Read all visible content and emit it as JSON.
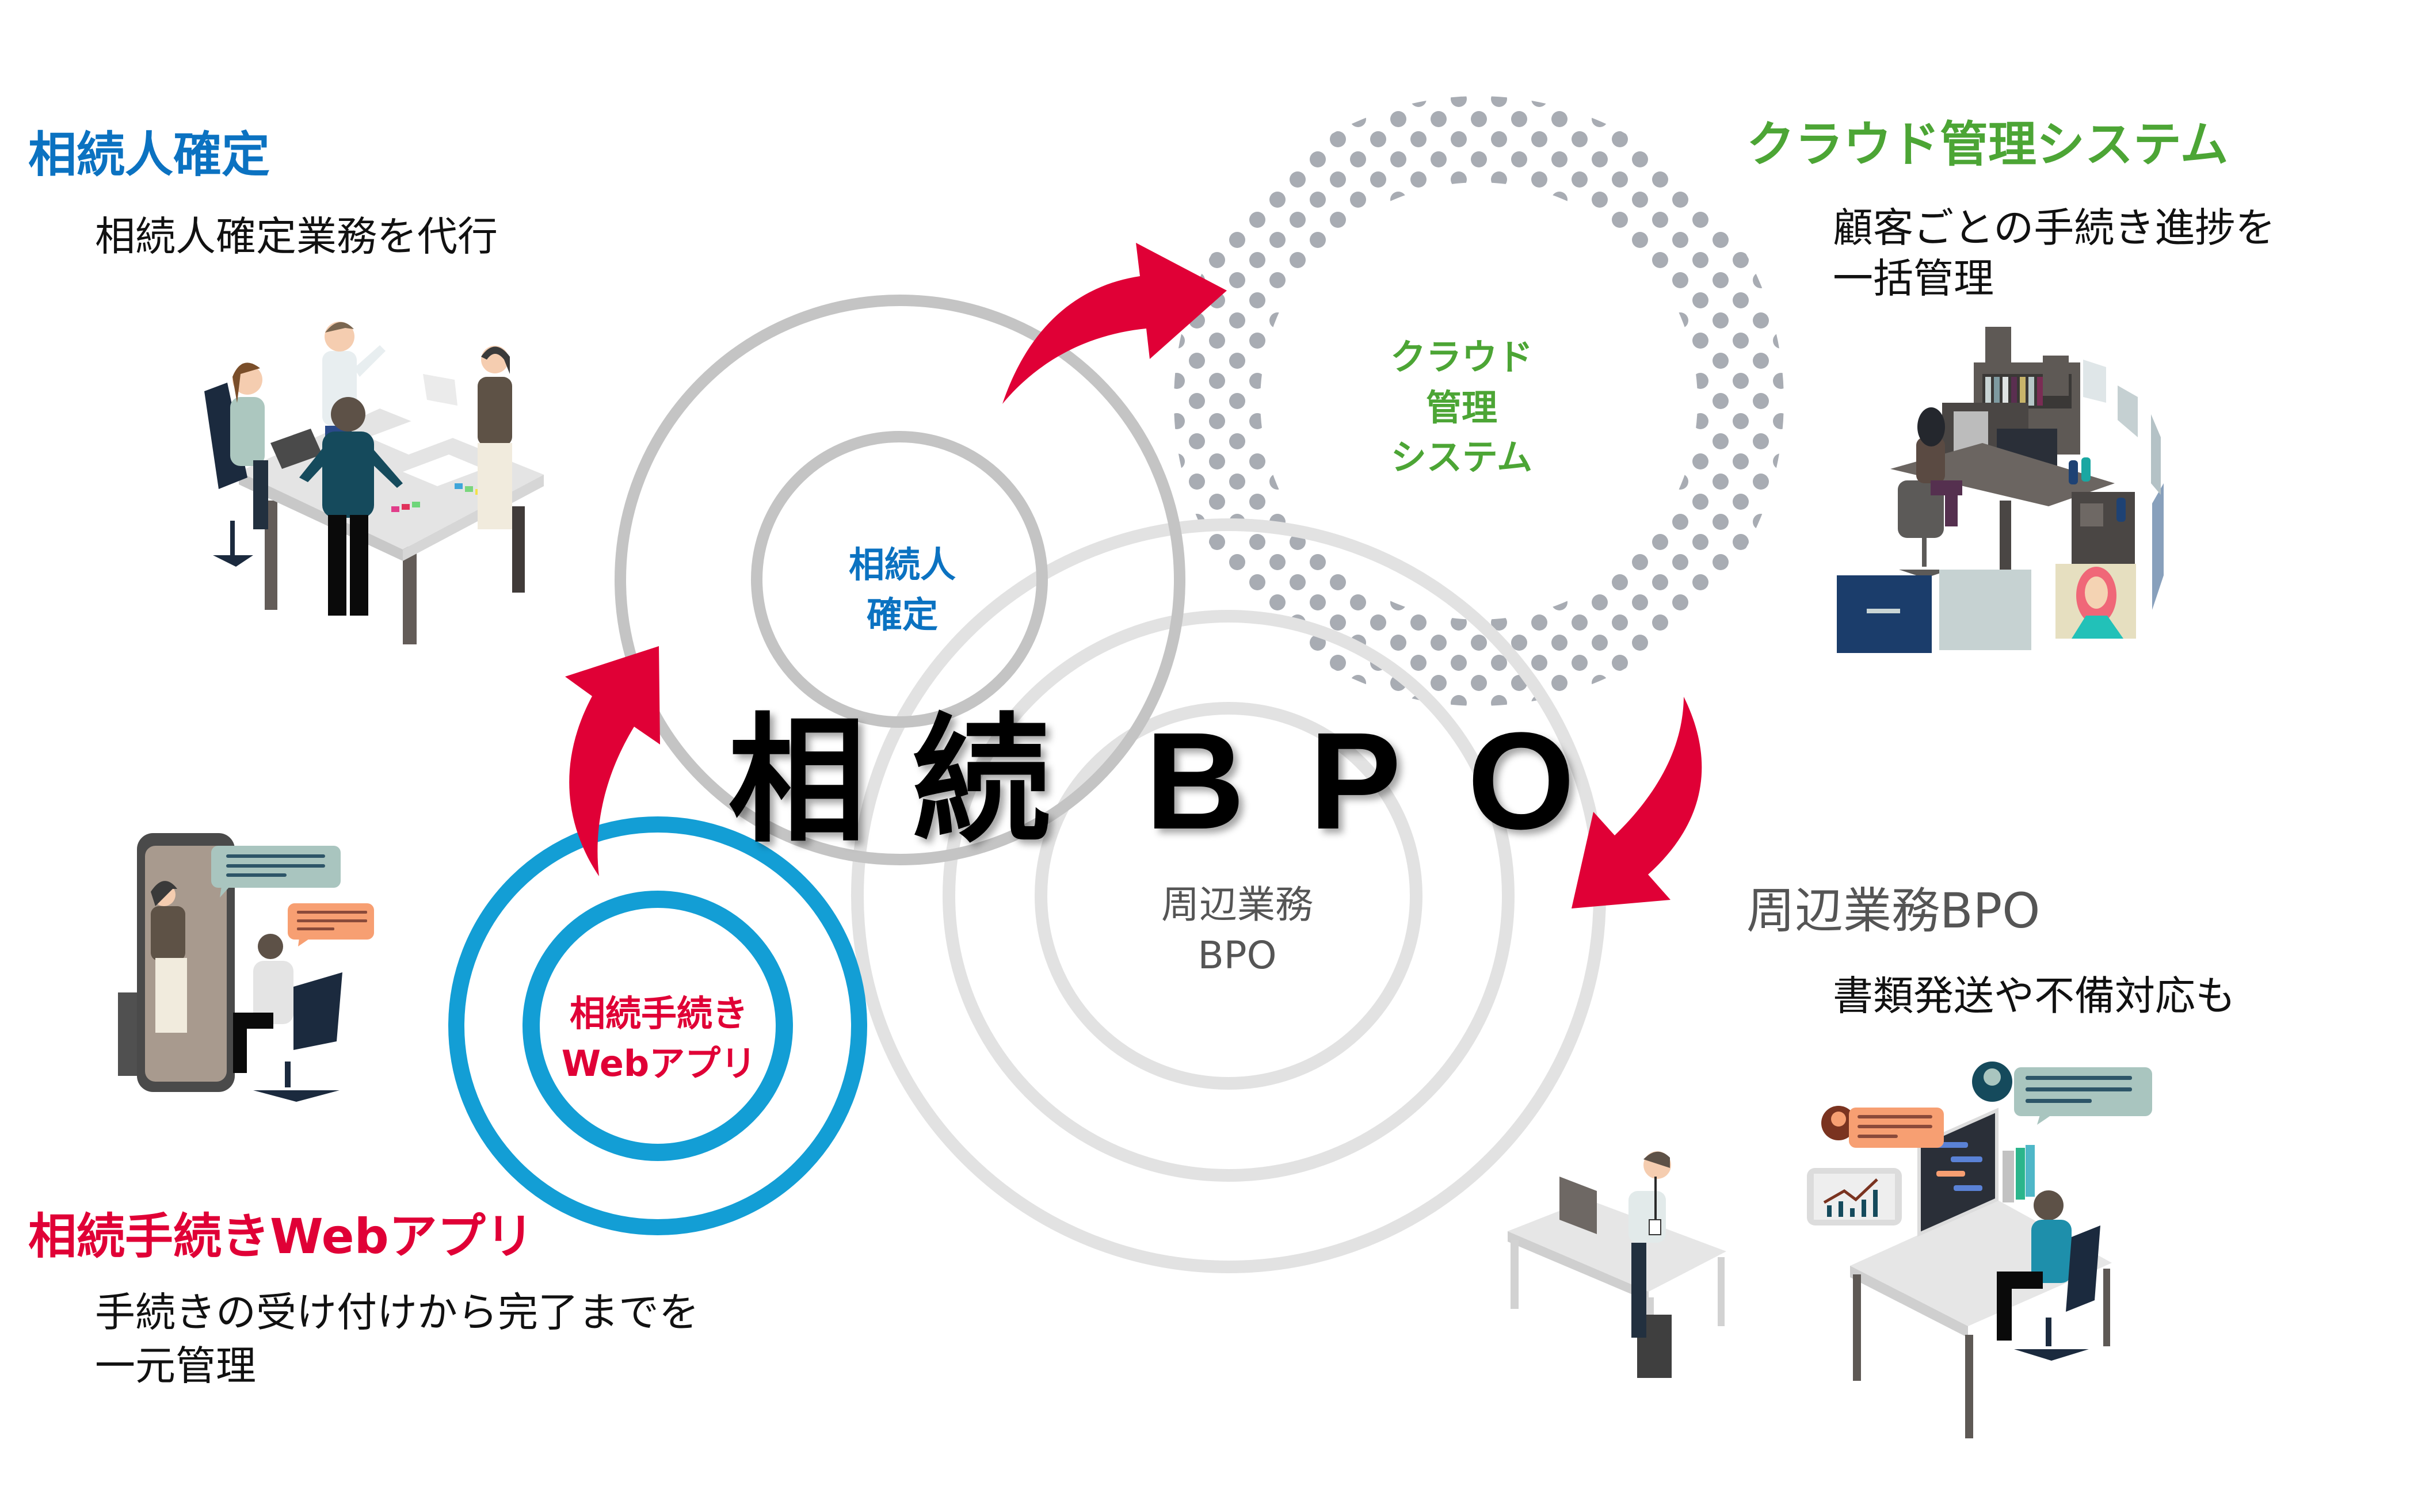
{
  "title": {
    "chars": [
      "相",
      "続",
      "B",
      "P",
      "O"
    ],
    "text": "相続BPO"
  },
  "colors": {
    "blue": "#0b72c1",
    "green": "#4ca535",
    "red": "#e00036",
    "cyan_ring": "#139ed5",
    "gray_ring": "#c4c4c4",
    "light_ring": "#e2e2e2",
    "dot": "#a8acb3",
    "gray_text": "#555555"
  },
  "sections": {
    "heir": {
      "heading": "相続人確定",
      "description": [
        "相続人確定業務を代行"
      ],
      "circle_label": [
        "相続人",
        "確定"
      ]
    },
    "cloud": {
      "heading": "クラウド管理システム",
      "description": [
        "顧客ごとの手続き進捗を",
        "一括管理"
      ],
      "circle_label": [
        "クラウド",
        "管理",
        "システム"
      ]
    },
    "peripheral": {
      "heading": "周辺業務BPO",
      "description": [
        "書類発送や不備対応も"
      ],
      "circle_label": [
        "周辺業務",
        "BPO"
      ]
    },
    "webapp": {
      "heading": "相続手続きWebアプリ",
      "description": [
        "手続きの受け付けから完了までを",
        "一元管理"
      ],
      "circle_label": [
        "相続手続き",
        "Webアプリ"
      ]
    }
  },
  "flow": [
    "相続手続きWebアプリ",
    "相続人確定",
    "クラウド管理システム",
    "周辺業務BPO"
  ]
}
